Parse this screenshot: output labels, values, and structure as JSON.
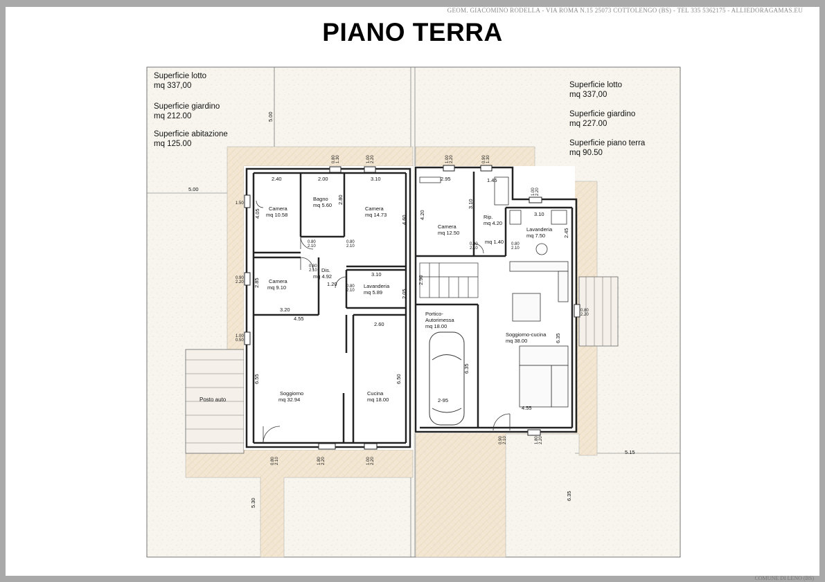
{
  "header_text": "GEOM. GIACOMINO RODELLA - VIA ROMA N.15 25073 COTTOLENGO (BS) - TEL 335 5362175 - ALLIEDORAGAMAS.EU",
  "footer_text": "COMUNE DI LENO (BS)",
  "title": "PIANO TERRA",
  "left_areas": [
    {
      "label": "Superficie lotto",
      "value": "mq  337,00"
    },
    {
      "label": "Superficie giardino",
      "value": "mq 212.00"
    },
    {
      "label": "Superficie abitazione",
      "value": "mq 125.00"
    }
  ],
  "right_areas": [
    {
      "label": "Superficie lotto",
      "value": "mq  337,00"
    },
    {
      "label": "Superficie giardino",
      "value": "mq 227.00"
    },
    {
      "label": "Superficie piano terra",
      "value": "mq  90.50"
    }
  ],
  "rooms": [
    {
      "name": "Camera",
      "area": "mq 10.58"
    },
    {
      "name": "Bagno",
      "area": "mq 5.60"
    },
    {
      "name": "Camera",
      "area": "mq 14.73"
    },
    {
      "name": "Camera",
      "area": "mq 9.10"
    },
    {
      "name": "Dis.",
      "area": "mq 4.92"
    },
    {
      "name": "Lavanderia",
      "area": "mq  5.89"
    },
    {
      "name": "Soggiorno",
      "area": "mq 32.94"
    },
    {
      "name": "Cucina",
      "area": "mq 18.00"
    },
    {
      "name": "Camera",
      "area": "mq 12.50"
    },
    {
      "name": "Rip.",
      "area": "mq 4.20"
    },
    {
      "name": "",
      "area": "mq 1.40"
    },
    {
      "name": "Lavanderia",
      "area": "mq  7.50"
    },
    {
      "name": "Portico-",
      "area": "Autorimessa"
    },
    {
      "name": "",
      "area": "mq 18.00"
    },
    {
      "name": "Soggiorno-cucina",
      "area": "mq 38.00"
    }
  ],
  "posto_auto": "Posto auto",
  "dimensions": {
    "d240": "2.40",
    "d200": "2.00",
    "d310a": "3.10",
    "d295": "2.95",
    "d145": "1.45",
    "d310b": "3.10",
    "d500": "5.00",
    "d405": "4.05",
    "d280": "2.80",
    "d460": "4.60",
    "d310c": "3.10",
    "d420": "4.20",
    "d245": "2.45",
    "d120": "1.20",
    "d285": "2.85",
    "d320": "3.20",
    "d455": "4.55",
    "d260": "2.60",
    "d205": "2.05",
    "d290": "2.90",
    "d655": "6.55",
    "d650": "6.50",
    "d635": "6.35",
    "d295b": "2-95",
    "d455b": "4.55",
    "d635b": "6.35",
    "d530": "5.30",
    "d515": "5.15",
    "d635c": "6.35",
    "d500v": "5.00",
    "w080": "0.80",
    "w210": "2.10",
    "w100": "1.00",
    "w220": "2.20",
    "w090": "0.90",
    "w130": "1.30",
    "w150": "1.50",
    "w180": "1.80",
    "w050": "0.50"
  }
}
